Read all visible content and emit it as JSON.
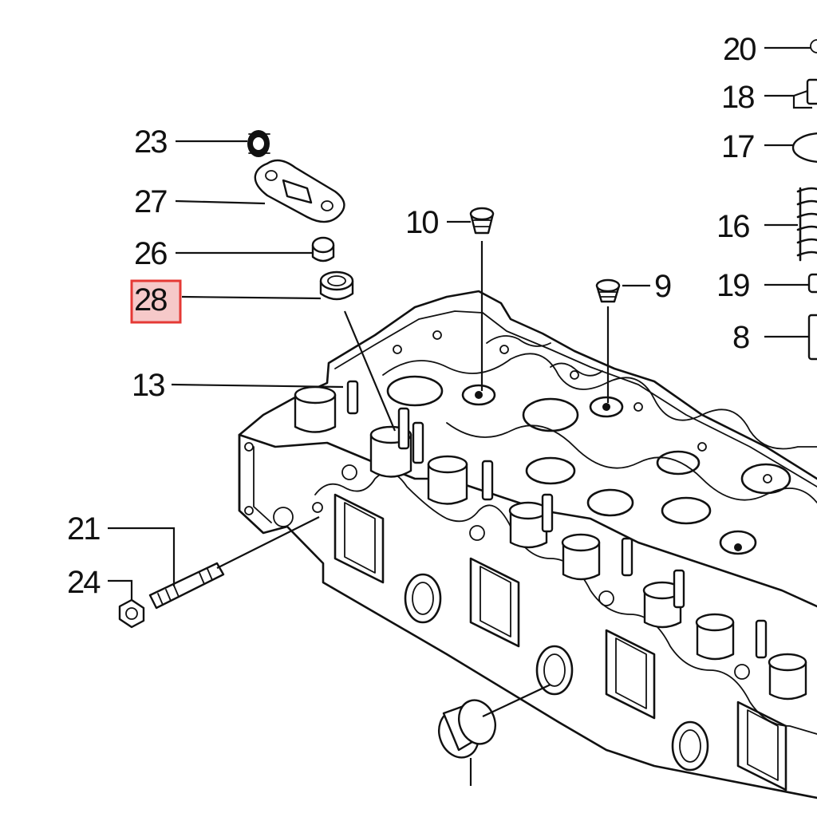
{
  "diagram": {
    "highlight_color": "#e53935",
    "highlight_fill": "#f6c9c9",
    "highlighted_callout": "28",
    "callouts": {
      "c20": "20",
      "c18": "18",
      "c17": "17",
      "c16": "16",
      "c19": "19",
      "c8": "8",
      "c23": "23",
      "c27": "27",
      "c26": "26",
      "c28": "28",
      "c13": "13",
      "c10": "10",
      "c9": "9",
      "c21": "21",
      "c24": "24"
    }
  }
}
